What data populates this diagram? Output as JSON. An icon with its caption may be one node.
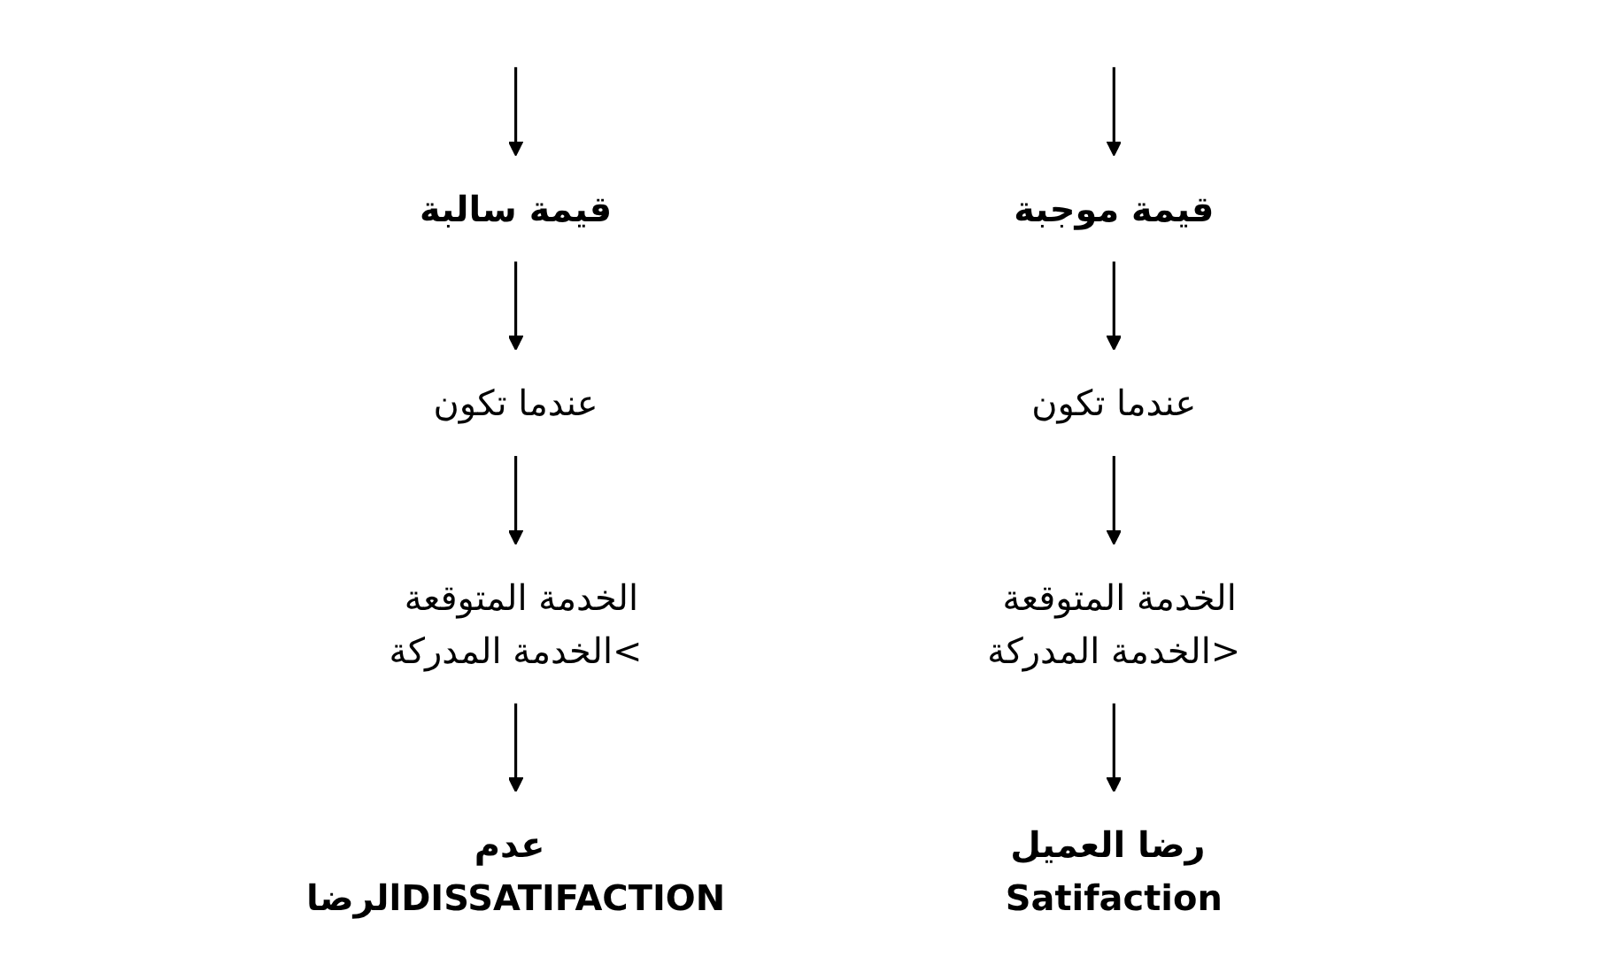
{
  "diagram": {
    "nodes": [
      {
        "text": [
          "قيمة موجبة"
        ]
      },
      {
        "text": [
          "قيمة سالبة"
        ]
      },
      {
        "text": [
          "عندما تكون"
        ]
      },
      {
        "text": [
          "عندما تكون"
        ]
      },
      {
        "text": [
          "الخدمة المتوقعة <الخدمة المدركة"
        ]
      },
      {
        "text": [
          "الخدمة المتوقعة >الخدمة المدركة"
        ]
      },
      {
        "text": [
          "رضا العميل Satifaction"
        ]
      },
      {
        "text": [
          "عدم الرضاDISSATIFACTION"
        ]
      }
    ],
    "edges": [
      {
        "from": null,
        "to": 0,
        "arrow": "to"
      },
      {
        "from": null,
        "to": 1,
        "arrow": "to"
      },
      {
        "from": 0,
        "to": 2,
        "arrow": "to"
      },
      {
        "from": 1,
        "to": 3,
        "arrow": "to"
      },
      {
        "from": 2,
        "to": 4,
        "arrow": "to"
      },
      {
        "from": 3,
        "to": 5,
        "arrow": "to"
      },
      {
        "from": 4,
        "to": 6,
        "arrow": "to"
      },
      {
        "from": 5,
        "to": 7,
        "arrow": "to"
      }
    ]
  }
}
